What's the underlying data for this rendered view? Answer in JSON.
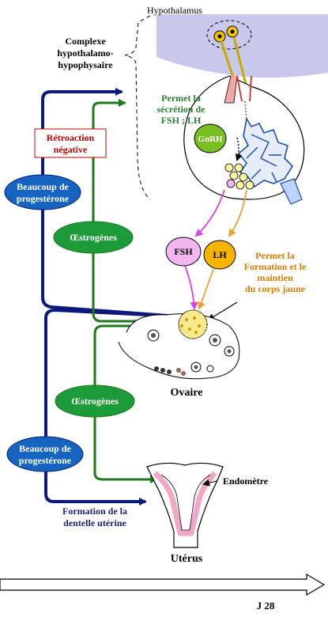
{
  "labels": {
    "hypothalamus": "Hypothalamus",
    "complex_line1": "Complexe",
    "complex_line2": "hypothalamo-",
    "complex_line3": "hypophysaire",
    "permet_line1": "Permet la",
    "permet_line2": "sécrétion de",
    "permet_line3": "FSH ; LH",
    "gnrh": "GnRH",
    "retro_line1": "Rétroaction",
    "retro_line2": "négative",
    "prog_top_line1": "Beaucoup de",
    "prog_top_line2": "progestérone",
    "oestro_top": "Œstrogènes",
    "fsh": "FSH",
    "lh": "LH",
    "formation_line1": "Permet la",
    "formation_line2": "Formation et le",
    "formation_line3": "maintien",
    "formation_line4": "du corps jaune",
    "ovaire": "Ovaire",
    "oestro_bottom": "Œstrogènes",
    "prog_bottom_line1": "Beaucoup de",
    "prog_bottom_line2": "progestérone",
    "endometre": "Endomètre",
    "dentelle_line1": "Formation de la",
    "dentelle_line2": "dentelle utérine",
    "uterus": "Utérus",
    "day": "J 28"
  },
  "colors": {
    "navy": "#0b1a7a",
    "green": "#1f7a1f",
    "ellipse_green": "#1d9a3a",
    "ellipse_blue": "#1565c0",
    "fsh_fill": "#f3b6ee",
    "lh_fill": "#f4b400",
    "gnrh_fill": "#78c021",
    "red_text": "#c00000",
    "orange_text": "#e07b00",
    "pink_arrow": "#e040e0",
    "orange_arrow": "#f0a030",
    "hypothal_fill": "#c8c8ec",
    "green_text": "#2e7d32",
    "navy_text": "#1a237e",
    "uterus_pink": "#f2a7c6"
  }
}
